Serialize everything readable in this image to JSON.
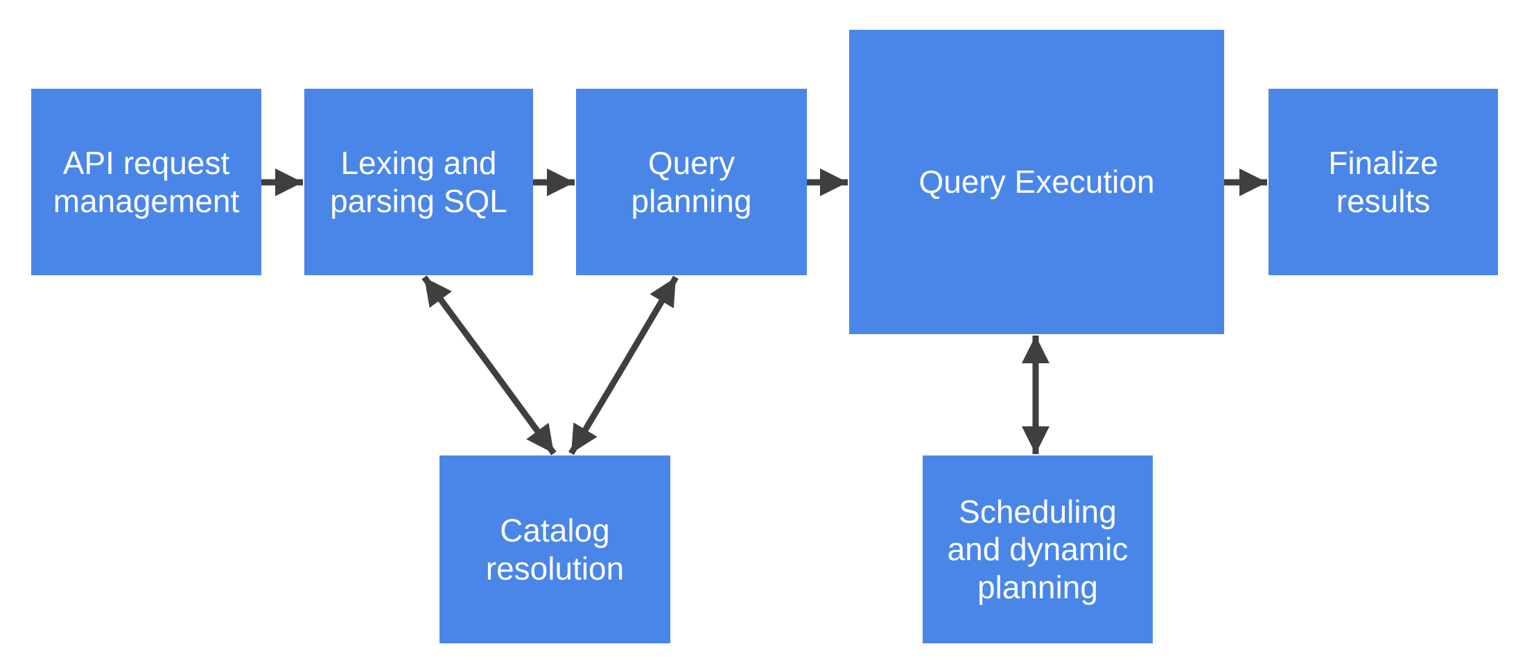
{
  "diagram": {
    "type": "flowchart",
    "nodes": [
      {
        "id": "api-request-management",
        "label": "API request\nmanagement"
      },
      {
        "id": "lexing-parsing-sql",
        "label": "Lexing and\nparsing SQL"
      },
      {
        "id": "query-planning",
        "label": "Query\nplanning"
      },
      {
        "id": "query-execution",
        "label": "Query Execution"
      },
      {
        "id": "finalize-results",
        "label": "Finalize\nresults"
      },
      {
        "id": "catalog-resolution",
        "label": "Catalog\nresolution"
      },
      {
        "id": "scheduling-dynamic-planning",
        "label": "Scheduling\nand dynamic\nplanning"
      }
    ],
    "edges": [
      {
        "from": "api-request-management",
        "to": "lexing-parsing-sql",
        "direction": "one-way"
      },
      {
        "from": "lexing-parsing-sql",
        "to": "query-planning",
        "direction": "one-way"
      },
      {
        "from": "query-planning",
        "to": "query-execution",
        "direction": "one-way"
      },
      {
        "from": "query-execution",
        "to": "finalize-results",
        "direction": "one-way"
      },
      {
        "from": "lexing-parsing-sql",
        "to": "catalog-resolution",
        "direction": "two-way"
      },
      {
        "from": "query-planning",
        "to": "catalog-resolution",
        "direction": "two-way"
      },
      {
        "from": "query-execution",
        "to": "scheduling-dynamic-planning",
        "direction": "two-way"
      }
    ]
  },
  "colors": {
    "node_fill": "#4A86E8",
    "node_text": "#FFFFFF",
    "arrow": "#3F3F3F",
    "background": "#FFFFFF"
  }
}
